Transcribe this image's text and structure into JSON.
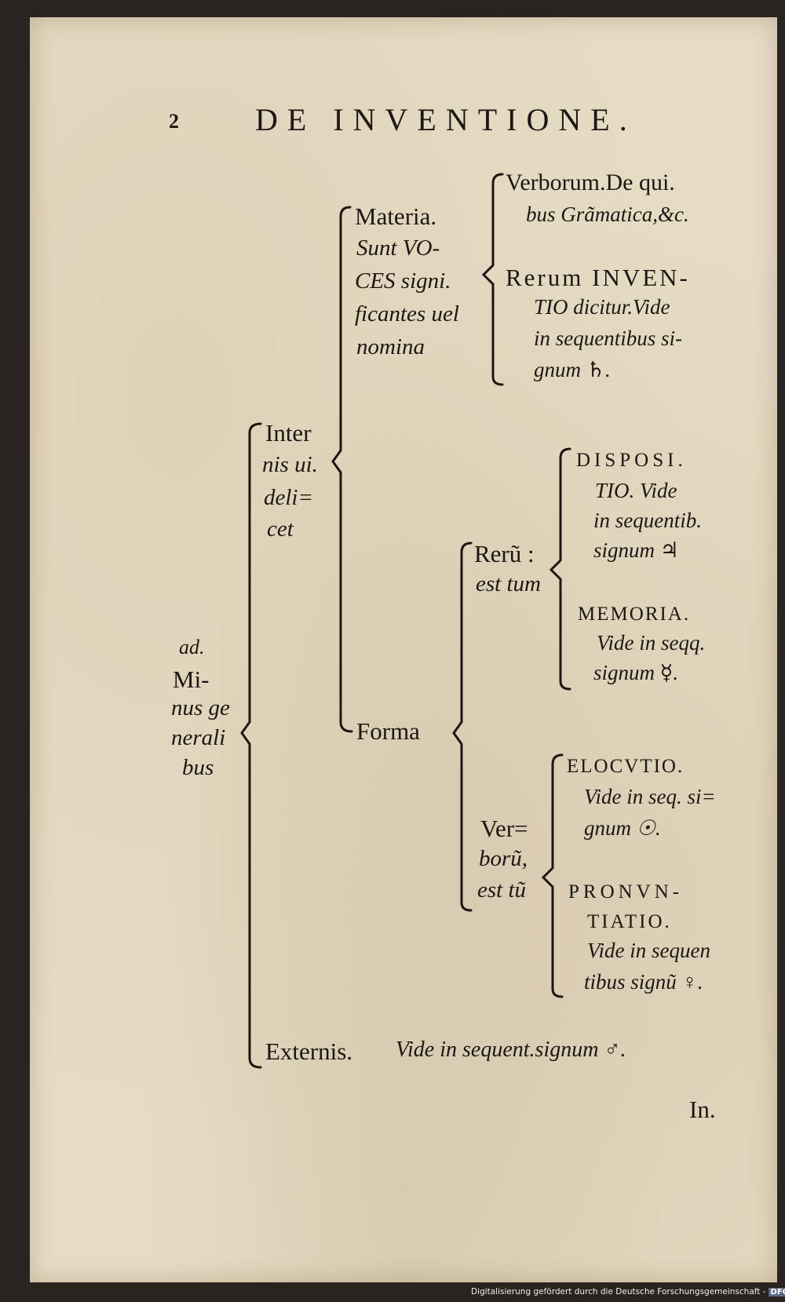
{
  "header": {
    "page_number": "2",
    "running_title": "DE INVENTIONE."
  },
  "diagram": {
    "root": {
      "lines": [
        "ad.",
        "Mi-",
        "nus ge",
        "nerali",
        "bus"
      ]
    },
    "internis": {
      "lines": [
        "Inter",
        "nis ui.",
        "deli=",
        "cet"
      ]
    },
    "materia": {
      "lines": [
        "Materia.",
        "Sunt VO-",
        "CES signi.",
        "ficantes uel",
        "nomina"
      ]
    },
    "verborum_materia": {
      "lines": [
        "Verborum.De qui.",
        "bus Grãmatica,&c."
      ]
    },
    "rerum_materia": {
      "lines": [
        "Rerum INVEN-",
        "TIO dicitur.Vide",
        "in sequentibus si-",
        "gnum ♄."
      ]
    },
    "forma": {
      "label": "Forma"
    },
    "rerum_forma": {
      "lines": [
        "Rerũ :",
        "est tum"
      ]
    },
    "dispositio": {
      "lines": [
        "DISPOSI.",
        "TIO. Vide",
        "in sequentib.",
        "signum ♃"
      ]
    },
    "memoria": {
      "lines": [
        "MEMORIA.",
        "Vide in seqq.",
        "signum ☿."
      ]
    },
    "verborum_forma": {
      "lines": [
        "Ver=",
        "borũ,",
        "est tũ"
      ]
    },
    "elocutio": {
      "lines": [
        "ELOCVTIO.",
        "Vide in seq. si=",
        "gnum ☉."
      ]
    },
    "pronuntiatio": {
      "lines": [
        "PRONVN-",
        "TIATIO.",
        "Vide in sequen",
        "tibus signũ ♀."
      ]
    },
    "externis": {
      "label": "Externis.",
      "note": "Vide in sequent.signum ♂."
    }
  },
  "catchword": "In.",
  "footer": {
    "text": "Digitalisierung gefördert durch die Deutsche Forschungsgemeinschaft -",
    "logo": "DFG"
  }
}
